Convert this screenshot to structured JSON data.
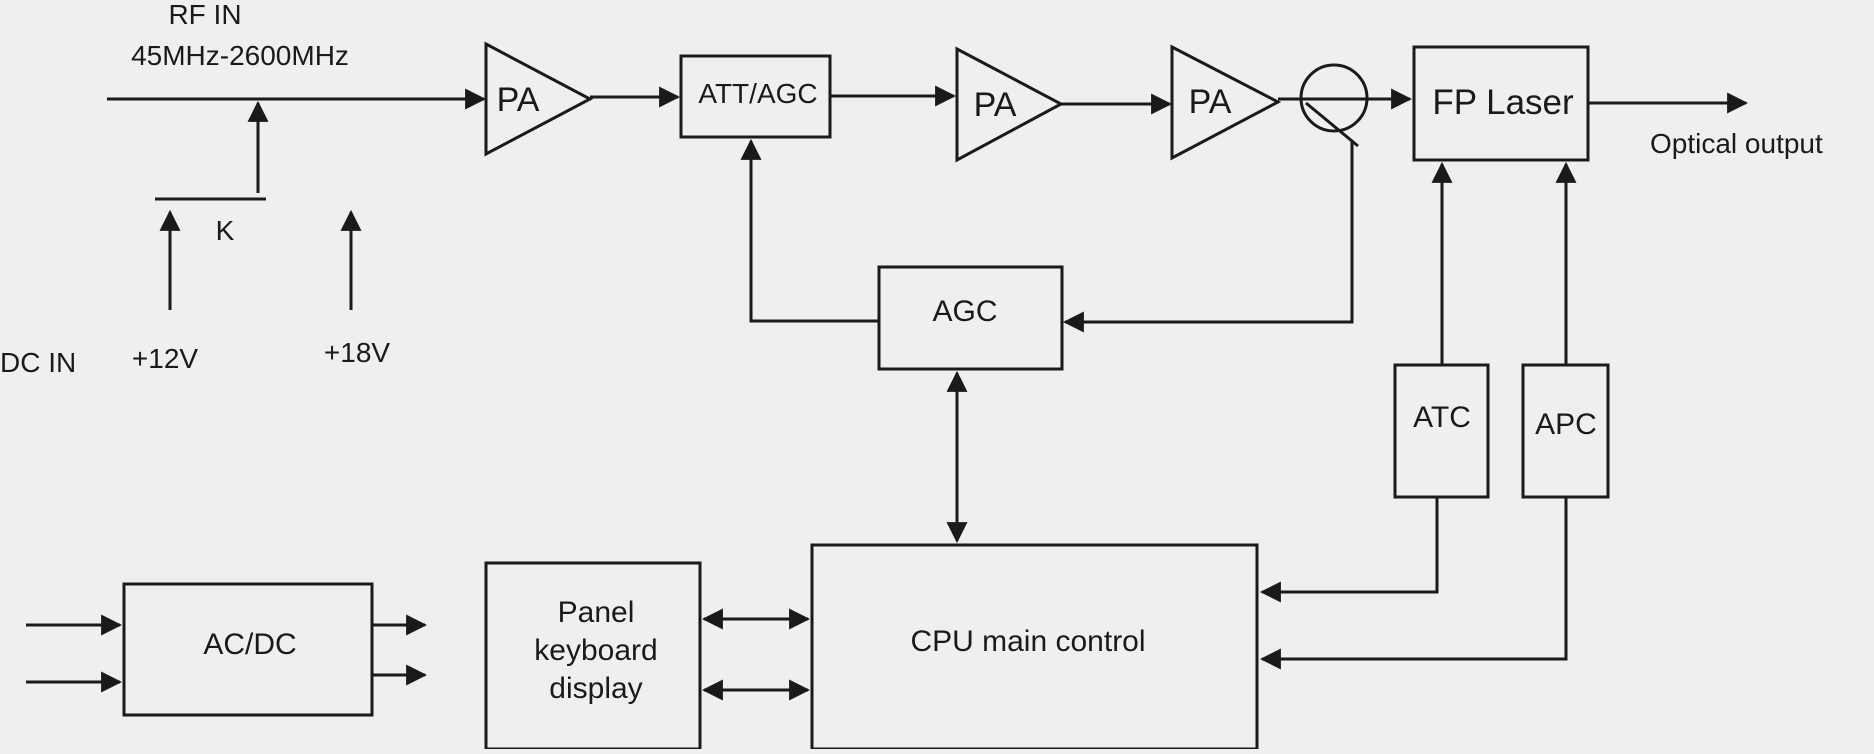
{
  "labels": {
    "rf_in": "RF IN",
    "freq_range": "45MHz-2600MHz",
    "k": "K",
    "dc_in": "DC IN",
    "v12": "+12V",
    "v18": "+18V",
    "optical_output": "Optical output"
  },
  "blocks": {
    "pa1": "PA",
    "att_agc": "ATT/AGC",
    "pa2": "PA",
    "pa3": "PA",
    "fp_laser": "FP Laser",
    "agc": "AGC",
    "atc": "ATC",
    "apc": "APC",
    "cpu": "CPU main control",
    "panel_line1": "Panel",
    "panel_line2": "keyboard",
    "panel_line3": "display",
    "acdc": "AC/DC"
  }
}
